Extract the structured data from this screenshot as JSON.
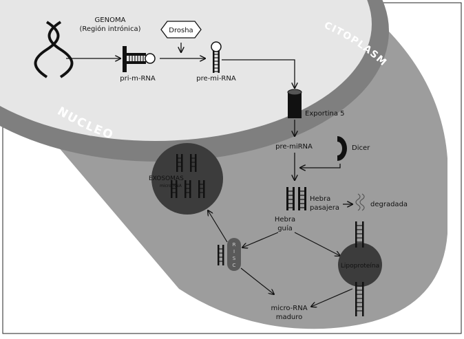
{
  "title": "",
  "regions": {
    "nucleus_label": "NUCLEO",
    "cytoplasm_label": "CITOPLASMA"
  },
  "labels": {
    "genome": "GENOMA",
    "genome_sub": "(Región intrónica)",
    "drosha": "Drosha",
    "pri_m_rna": "pri-m-RNA",
    "pre_mi_rna": "pre-mi-RNA",
    "exportina": "Exportina 5",
    "pre_mirna": "pre-miRNA",
    "dicer": "Dicer",
    "exosomas": "EXOSOMAS",
    "exosomas_sub": "micro-RNA",
    "hebra_pasajera_1": "Hebra",
    "hebra_pasajera_2": "pasajera",
    "degradada": "degradada",
    "hebra_guia_1": "Hebra",
    "hebra_guia_2": "guía",
    "risc_r": "R",
    "risc_i": "I",
    "risc_s": "S",
    "risc_c": "C",
    "lipoproteina": "Lipoproteína",
    "microrna_maduro_1": "micro-RNA",
    "microrna_maduro_2": "maduro"
  },
  "colors": {
    "cytoplasm": "#9d9d9d",
    "nucleus": "#e6e6e6",
    "nucleus_rim": "#7f7f7f",
    "dark_body": "#3c3c3c",
    "ink": "#111111"
  }
}
